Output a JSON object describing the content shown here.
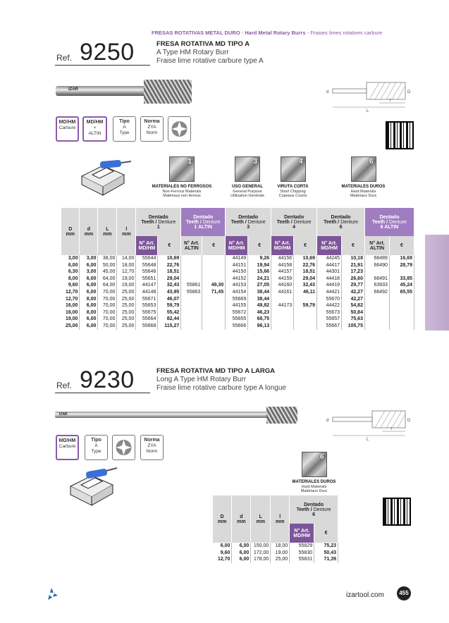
{
  "header": {
    "category": "FRESAS ROTATIVAS METAL DURO",
    "category_en": "Hard Metal Rotary Burrs",
    "category_fr": "Fraises limes rotatives carbure"
  },
  "p1": {
    "ref_label": "Ref.",
    "ref_num": "9250",
    "title_es": "FRESA ROTATIVA MD TIPO A",
    "title_en": "A Type HM Rotary Burr",
    "title_fr": "Fraise lime rotative carbure type A"
  },
  "p2": {
    "ref_label": "Ref.",
    "ref_num": "9230",
    "title_es": "FRESA ROTATIVA MD TIPO A LARGA",
    "title_en": "Long A Type HM Rotary Burr",
    "title_fr": "Fraise lime rotative carbure type A longue"
  },
  "badges": {
    "mdhm": "MD/HM",
    "carbure": "Carbure",
    "mdhm2": "MD/HM",
    "plus": "+",
    "altin": "ALTIN",
    "tipo": "Tipo",
    "a": "A",
    "type": "Type",
    "norma": "Norma",
    "zya": "ZYA",
    "norm": "Norm"
  },
  "brand": "IZAR",
  "materials": [
    {
      "num": "1",
      "t1": "MATERIALES NO FERROSOS",
      "t2": "Non-Ferrous Materials",
      "t3": "Matériaux non ferreux"
    },
    {
      "num": "3",
      "t1": "USO GENERAL",
      "t2": "General Purpose",
      "t3": "Utilisation Générale"
    },
    {
      "num": "4",
      "t1": "VIRUTA CORTA",
      "t2": "Short Chipping",
      "t3": "Copeaux Courts"
    },
    {
      "num": "6",
      "t1": "MATERIALES DUROS",
      "t2": "Hard Materials",
      "t3": "Matériaux Durs"
    }
  ],
  "table1": {
    "h_d": "D",
    "h_d2": "d",
    "h_L": "L",
    "h_l": "l",
    "mm": "mm",
    "dentado": "Dentado",
    "teeth": "Teeth /",
    "denture": "Denture",
    "g1": "1",
    "g1a": "1 ALTIN",
    "g3": "3",
    "g4": "4",
    "g6": "6",
    "g6a": "6 ALTIN",
    "nart": "N° Art.",
    "mdhm": "MD/HM",
    "altin": "ALTIN",
    "eur": "€",
    "rows": [
      [
        "3,00",
        "3,00",
        "38,00",
        "14,00",
        "55644",
        "10,69",
        "",
        "",
        "44149",
        "9,26",
        "44156",
        "10,69",
        "44245",
        "10,18",
        "66489",
        "16,69"
      ],
      [
        "6,00",
        "6,00",
        "50,00",
        "18,00",
        "55648",
        "22,76",
        "",
        "",
        "44151",
        "19,94",
        "44158",
        "22,76",
        "44417",
        "21,91",
        "66490",
        "28,79"
      ],
      [
        "6,30",
        "3,00",
        "45,00",
        "12,70",
        "55646",
        "18,51",
        "",
        "",
        "44150",
        "15,66",
        "44157",
        "18,51",
        "44301",
        "17,23",
        "",
        ""
      ],
      [
        "8,00",
        "6,00",
        "64,00",
        "19,00",
        "55651",
        "29,04",
        "",
        "",
        "44152",
        "24,21",
        "44159",
        "29,04",
        "44418",
        "26,60",
        "66491",
        "33,85"
      ],
      [
        "9,60",
        "6,00",
        "64,00",
        "19,00",
        "44147",
        "32,43",
        "55861",
        "49,30",
        "44153",
        "27,05",
        "44160",
        "32,43",
        "44419",
        "29,77",
        "63933",
        "45,24"
      ],
      [
        "12,70",
        "6,00",
        "70,00",
        "25,00",
        "44148",
        "43,95",
        "55863",
        "71,45",
        "44154",
        "38,44",
        "44161",
        "46,11",
        "44421",
        "42,27",
        "66492",
        "65,55"
      ],
      [
        "12,70",
        "8,00",
        "70,00",
        "25,00",
        "55671",
        "46,07",
        "",
        "",
        "55669",
        "38,44",
        "",
        "",
        "55670",
        "42,27",
        "",
        ""
      ],
      [
        "16,00",
        "6,00",
        "70,00",
        "25,00",
        "55653",
        "59,79",
        "",
        "",
        "44155",
        "49,82",
        "44173",
        "59,79",
        "44422",
        "54,82",
        "",
        ""
      ],
      [
        "16,00",
        "8,00",
        "70,00",
        "25,00",
        "55675",
        "55,42",
        "",
        "",
        "55672",
        "46,23",
        "",
        "",
        "55673",
        "50,84",
        "",
        ""
      ],
      [
        "19,00",
        "6,00",
        "70,00",
        "25,00",
        "55664",
        "82,44",
        "",
        "",
        "55655",
        "68,75",
        "",
        "",
        "55657",
        "75,63",
        "",
        ""
      ],
      [
        "25,00",
        "6,00",
        "70,00",
        "25,00",
        "55668",
        "115,27",
        "",
        "",
        "55666",
        "96,13",
        "",
        "",
        "55667",
        "105,75",
        "",
        ""
      ]
    ]
  },
  "table2": {
    "h_d": "D",
    "h_d2": "d",
    "h_L": "L",
    "h_l": "l",
    "mm": "mm",
    "dentado": "Dentado",
    "teeth": "Teeth /",
    "denture": "Denture",
    "g6": "6",
    "nart": "N° Art.",
    "mdhm": "MD/HM",
    "eur": "€",
    "rows": [
      [
        "6,00",
        "6,00",
        "150,00",
        "18,00",
        "55829",
        "75,23"
      ],
      [
        "9,60",
        "6,00",
        "172,00",
        "19,00",
        "55830",
        "50,43"
      ],
      [
        "12,70",
        "6,00",
        "178,00",
        "25,00",
        "55831",
        "71,39"
      ]
    ]
  },
  "diagram": {
    "d": "d",
    "D": "D",
    "l": "l",
    "L": "L"
  },
  "footer": {
    "site": "izartool.com",
    "page": "455"
  }
}
